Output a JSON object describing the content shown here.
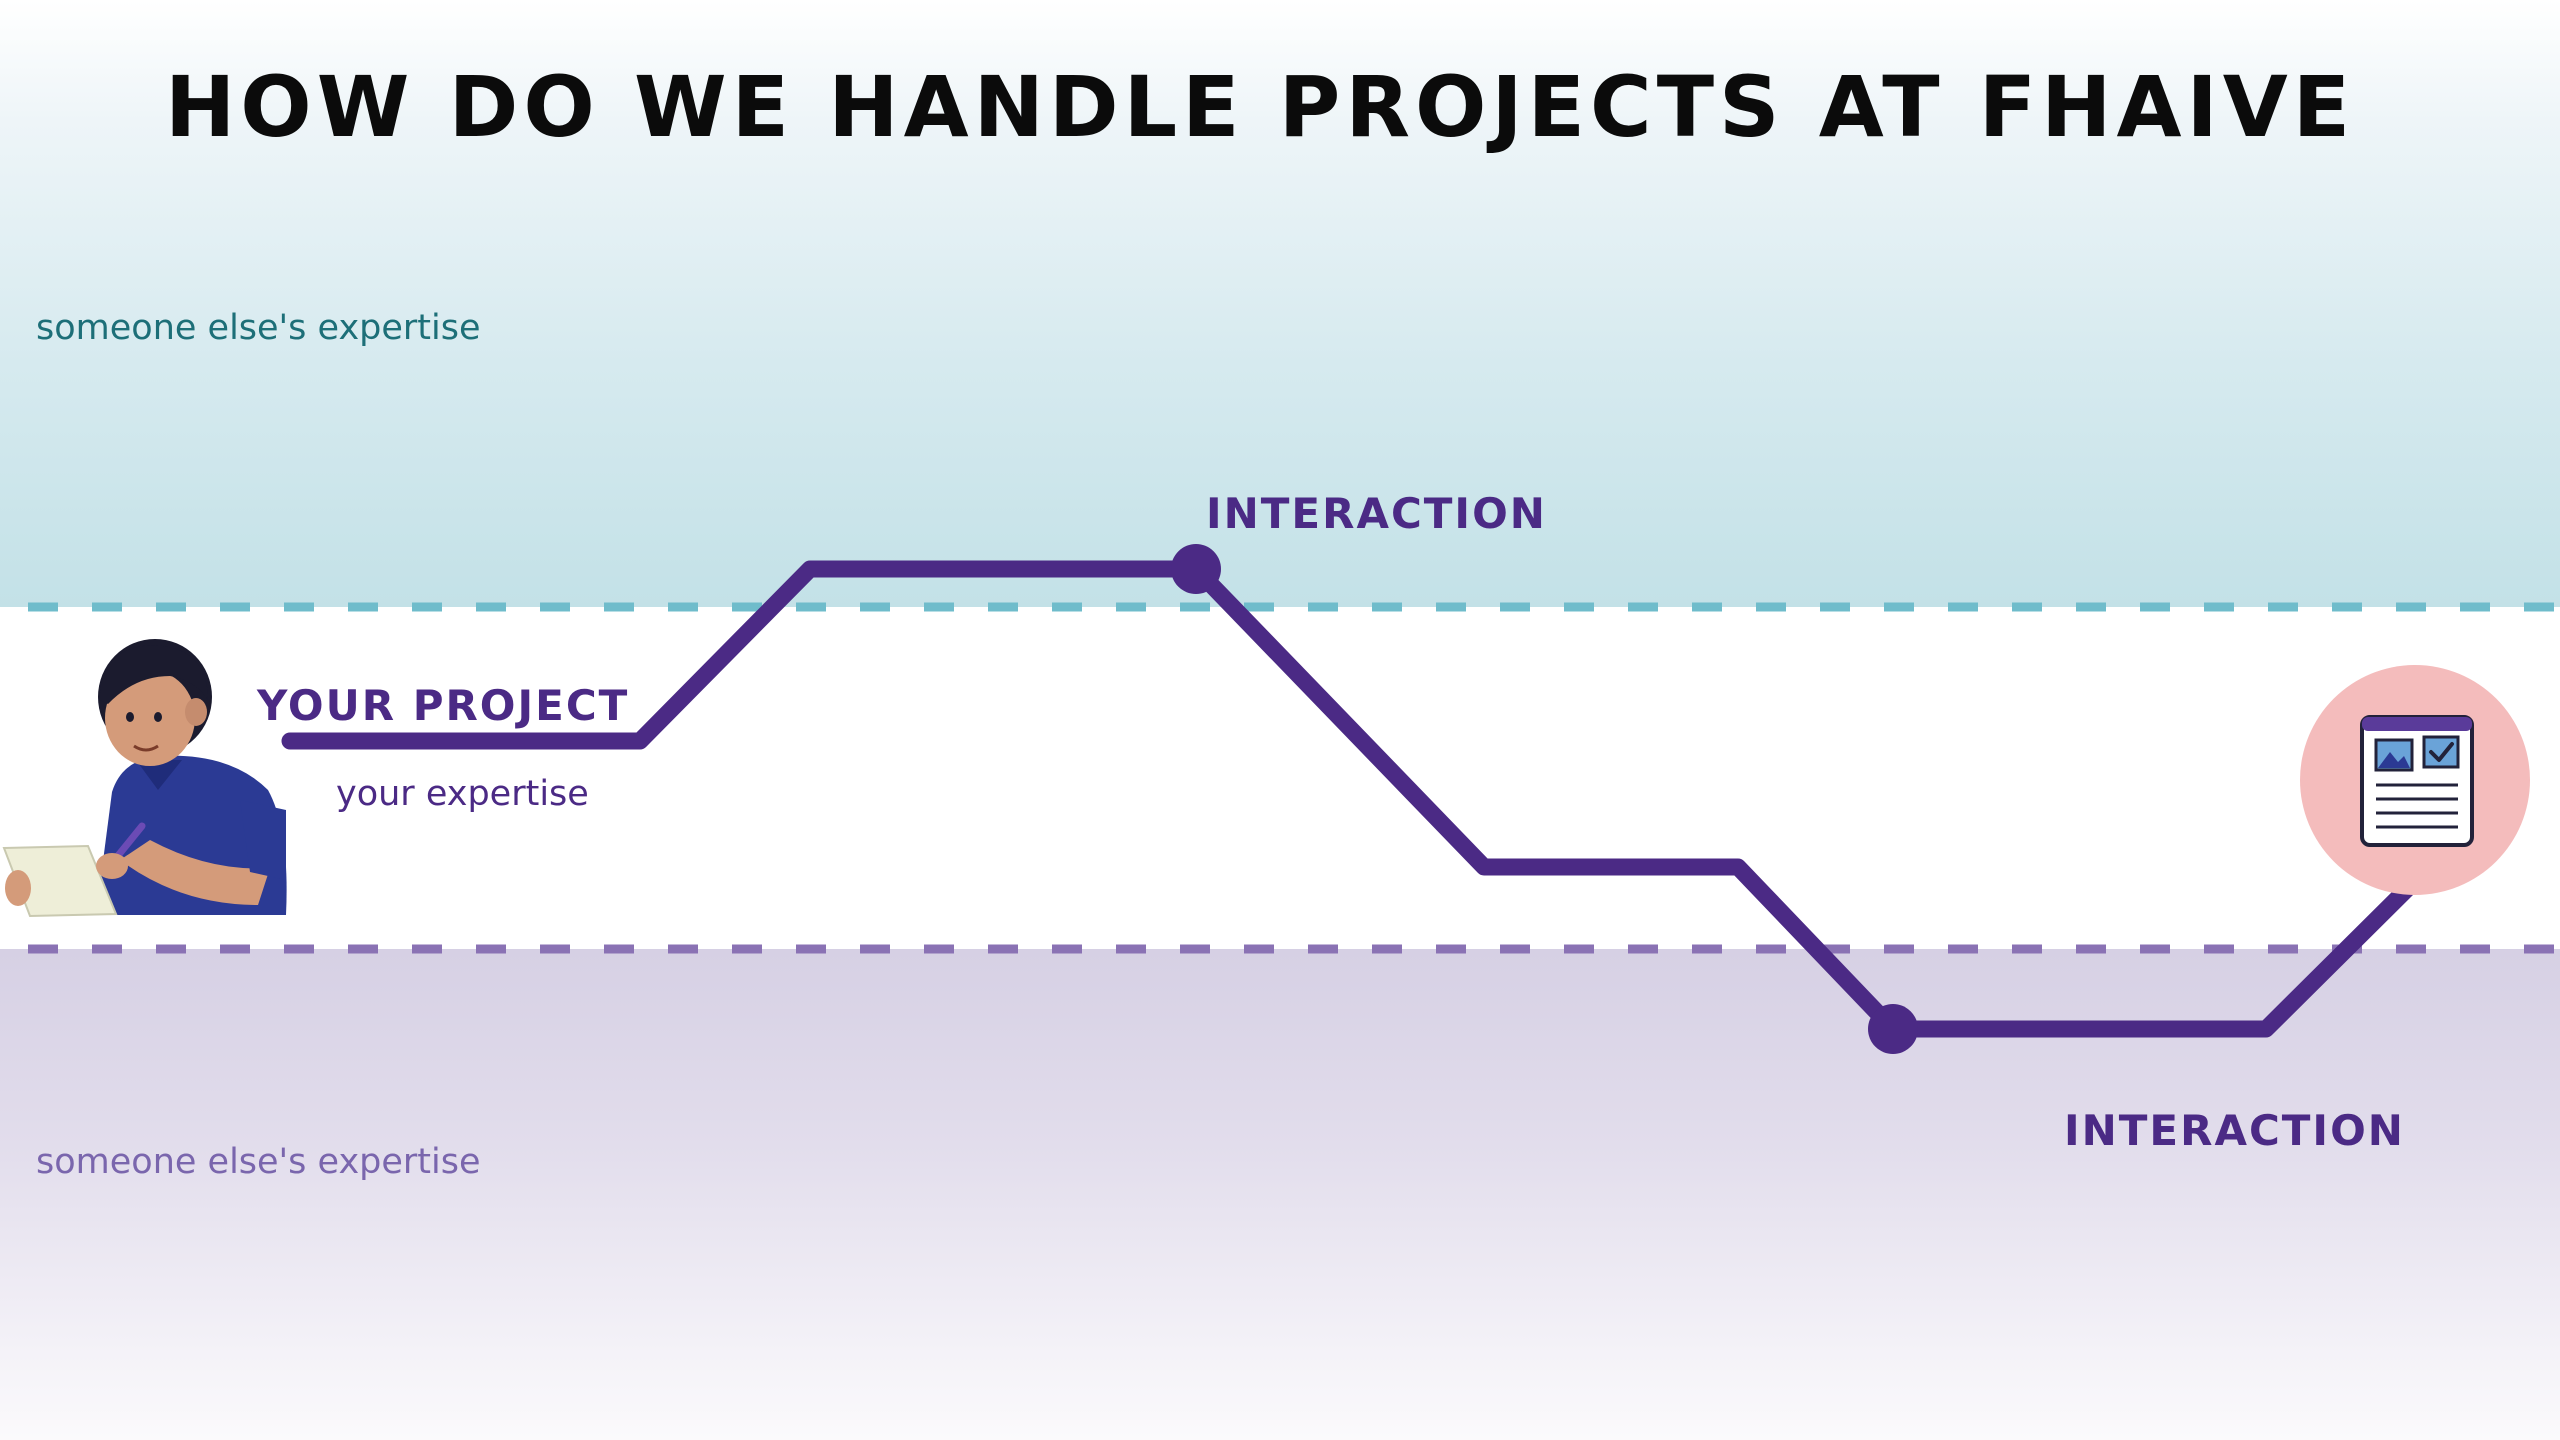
{
  "title": "HOW DO WE HANDLE PROJECTS AT FHAIVE",
  "zones": {
    "top_label": "someone else's expertise",
    "middle_label": "your expertise",
    "bottom_label": "someone else's expertise"
  },
  "labels": {
    "project": "YOUR PROJECT",
    "interaction_top": "INTERACTION",
    "interaction_bottom": "INTERACTION"
  },
  "colors": {
    "path": "#4b2a85",
    "top_band": "#c3e1e7",
    "bottom_band": "#d6d0e4",
    "top_dashed_line": "#6fbccb",
    "bottom_dashed_line": "#8a72b4",
    "document_circle": "#f4bcbc"
  },
  "icons": {
    "person": "person-writing-illustration",
    "document": "document-report-icon"
  }
}
